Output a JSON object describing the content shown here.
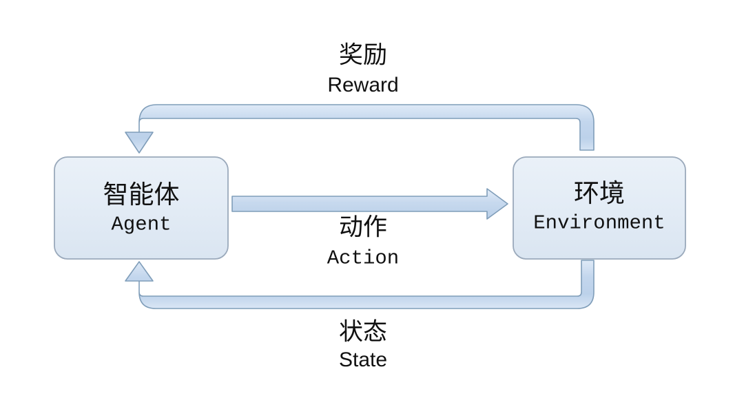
{
  "diagram": {
    "type": "cycle-flow",
    "title": "",
    "background_color": "#ffffff",
    "palette": {
      "node_fill_top": "#e8eff7",
      "node_fill_bottom": "#dbe5f1",
      "node_stroke": "#9aa9bb",
      "arrow_fill_top": "#cfdef0",
      "arrow_fill_mid": "#bcd2ea",
      "arrow_fill_bottom": "#d6e3f3",
      "arrow_stroke": "#7f9db9",
      "text_color": "#111111"
    },
    "nodes": [
      {
        "id": "agent",
        "label_cn": "智能体",
        "label_en": "Agent"
      },
      {
        "id": "environment",
        "label_cn": "环境",
        "label_en": "Environment"
      }
    ],
    "edges": [
      {
        "id": "reward",
        "label_cn": "奖励",
        "label_en": "Reward",
        "from": "environment",
        "to": "agent",
        "route": "top"
      },
      {
        "id": "action",
        "label_cn": "动作",
        "label_en": "Action",
        "from": "agent",
        "to": "environment",
        "route": "middle"
      },
      {
        "id": "state",
        "label_cn": "状态",
        "label_en": "State",
        "from": "environment",
        "to": "agent",
        "route": "bottom"
      }
    ]
  }
}
